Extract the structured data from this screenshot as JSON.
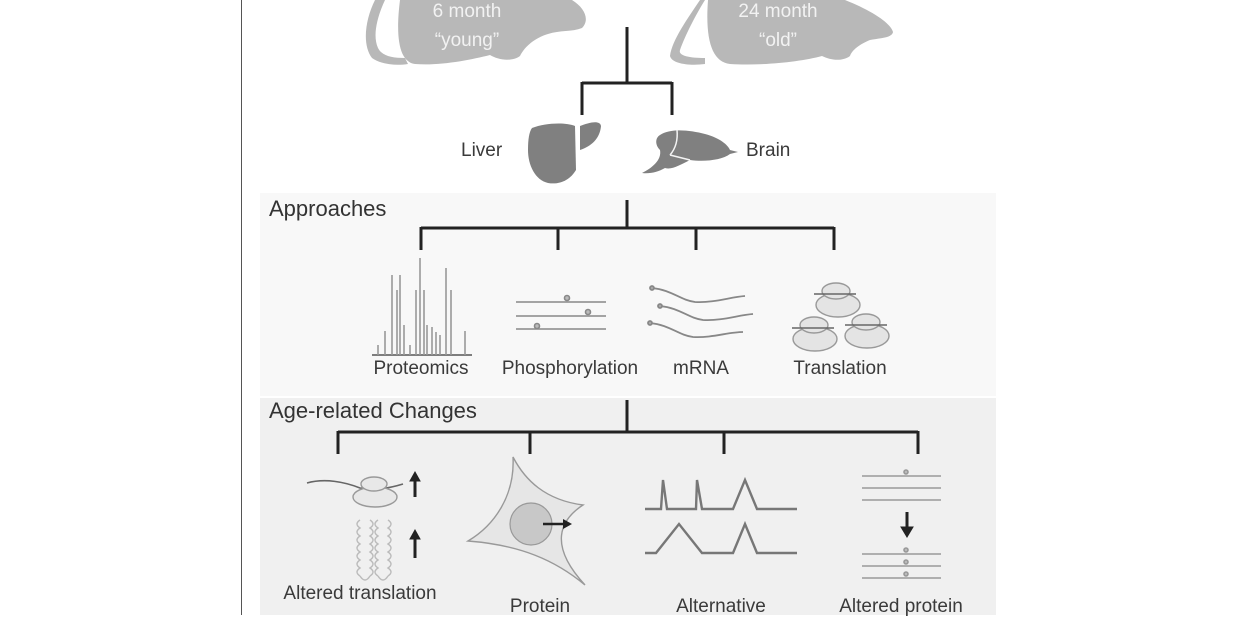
{
  "subjects": [
    {
      "age": "6 month",
      "label": "“young”"
    },
    {
      "age": "24 month",
      "label": "“old”"
    }
  ],
  "tissues": [
    "Liver",
    "Brain"
  ],
  "approaches": {
    "title": "Approaches",
    "items": [
      "Proteomics",
      "Phosphorylation",
      "mRNA",
      "Translation"
    ]
  },
  "changes": {
    "title": "Age-related Changes",
    "items": [
      "Altered translation",
      "Protein",
      "Alternative",
      "Altered protein"
    ]
  },
  "colors": {
    "mouse": "#b8b8b8",
    "organ": "#808080",
    "connector": "#222222",
    "panel_approaches": "#f8f8f8",
    "panel_changes": "#f0f0f0"
  }
}
